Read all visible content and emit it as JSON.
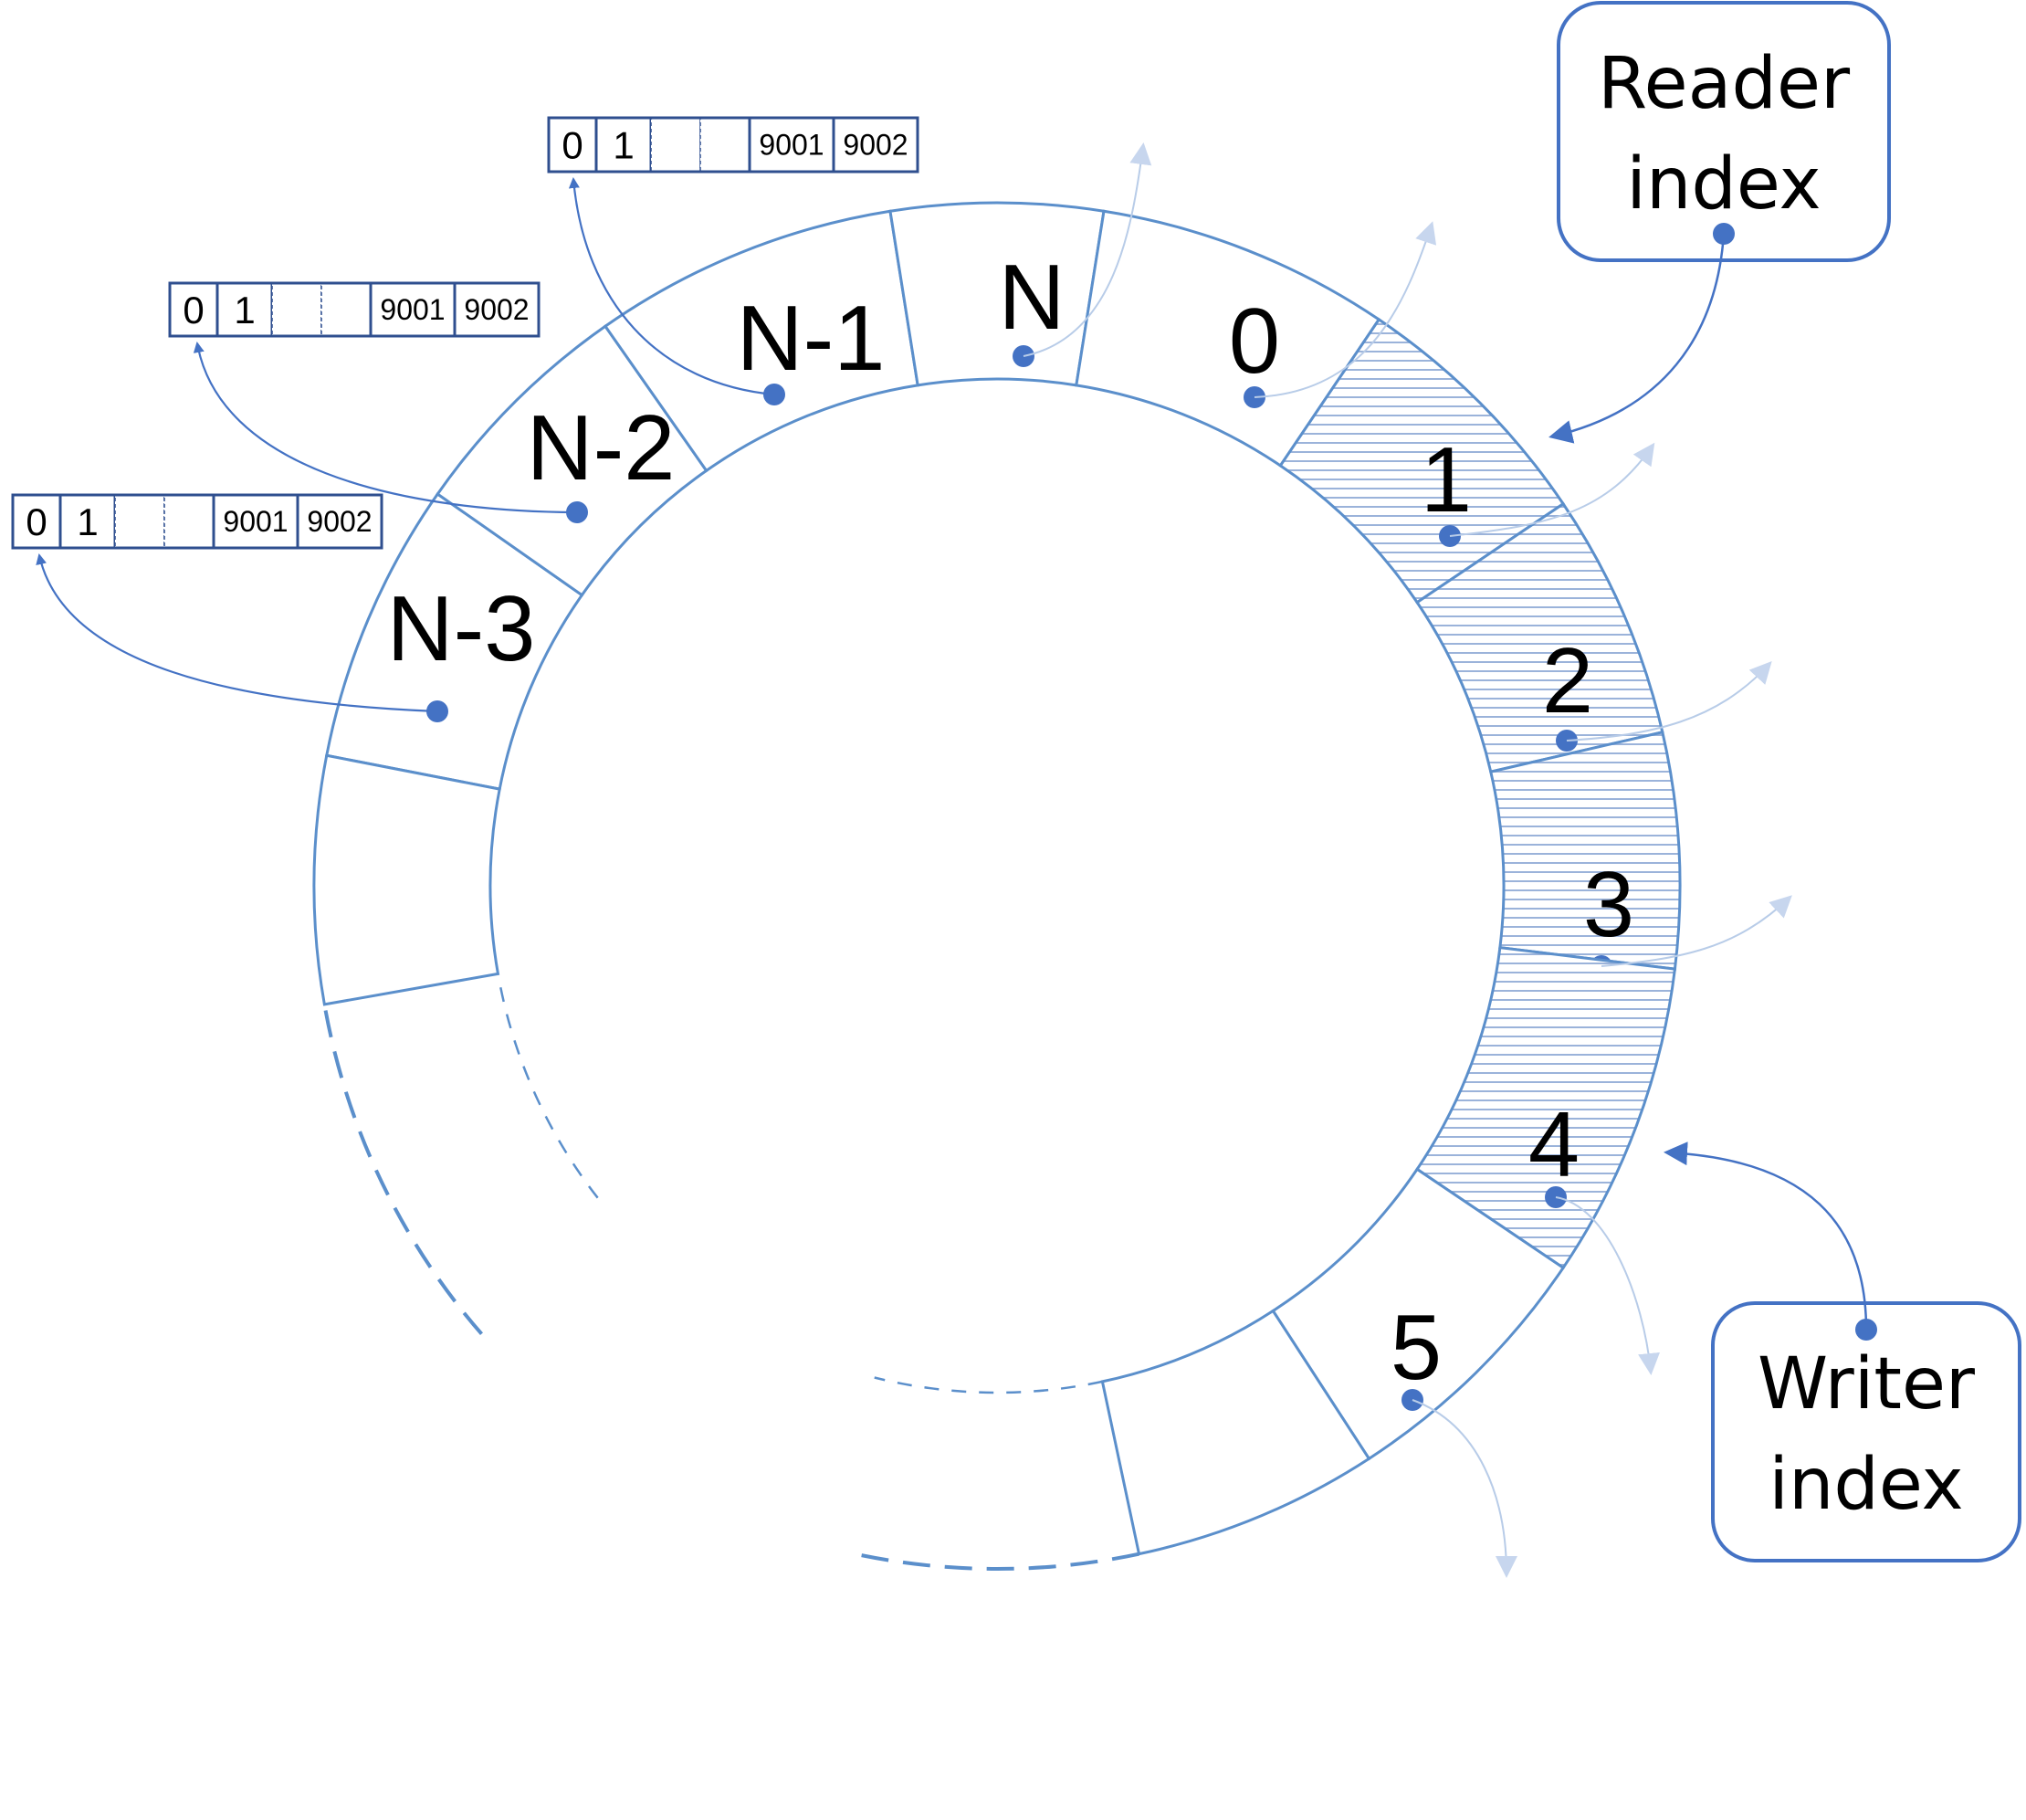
{
  "colors": {
    "stroke": "#5b8fcb",
    "dot": "#4472c4",
    "arrow_faded": "#b8cce8",
    "cell_border": "#2f4f8f",
    "hatch": "#9bb3da",
    "background": "#ffffff"
  },
  "ring": {
    "segments": [
      {
        "id": "n-3",
        "label": "N-3",
        "filled": false
      },
      {
        "id": "n-2",
        "label": "N-2",
        "filled": false
      },
      {
        "id": "n-1",
        "label": "N-1",
        "filled": false
      },
      {
        "id": "n",
        "label": "N",
        "filled": false
      },
      {
        "id": "0",
        "label": "0",
        "filled": false
      },
      {
        "id": "1",
        "label": "1",
        "filled": true
      },
      {
        "id": "2",
        "label": "2",
        "filled": true
      },
      {
        "id": "3",
        "label": "3",
        "filled": true
      },
      {
        "id": "4",
        "label": "4",
        "filled": true
      },
      {
        "id": "5",
        "label": "5",
        "filled": false
      }
    ]
  },
  "buffers": [
    {
      "owner": "N-1",
      "cells": [
        "0",
        "1",
        "",
        "",
        "9001",
        "9002"
      ]
    },
    {
      "owner": "N-2",
      "cells": [
        "0",
        "1",
        "",
        "",
        "9001",
        "9002"
      ]
    },
    {
      "owner": "N-3",
      "cells": [
        "0",
        "1",
        "",
        "",
        "9001",
        "9002"
      ]
    }
  ],
  "reader_box": {
    "line1": "Reader",
    "line2": "index"
  },
  "writer_box": {
    "line1": "Writer",
    "line2": "index"
  }
}
